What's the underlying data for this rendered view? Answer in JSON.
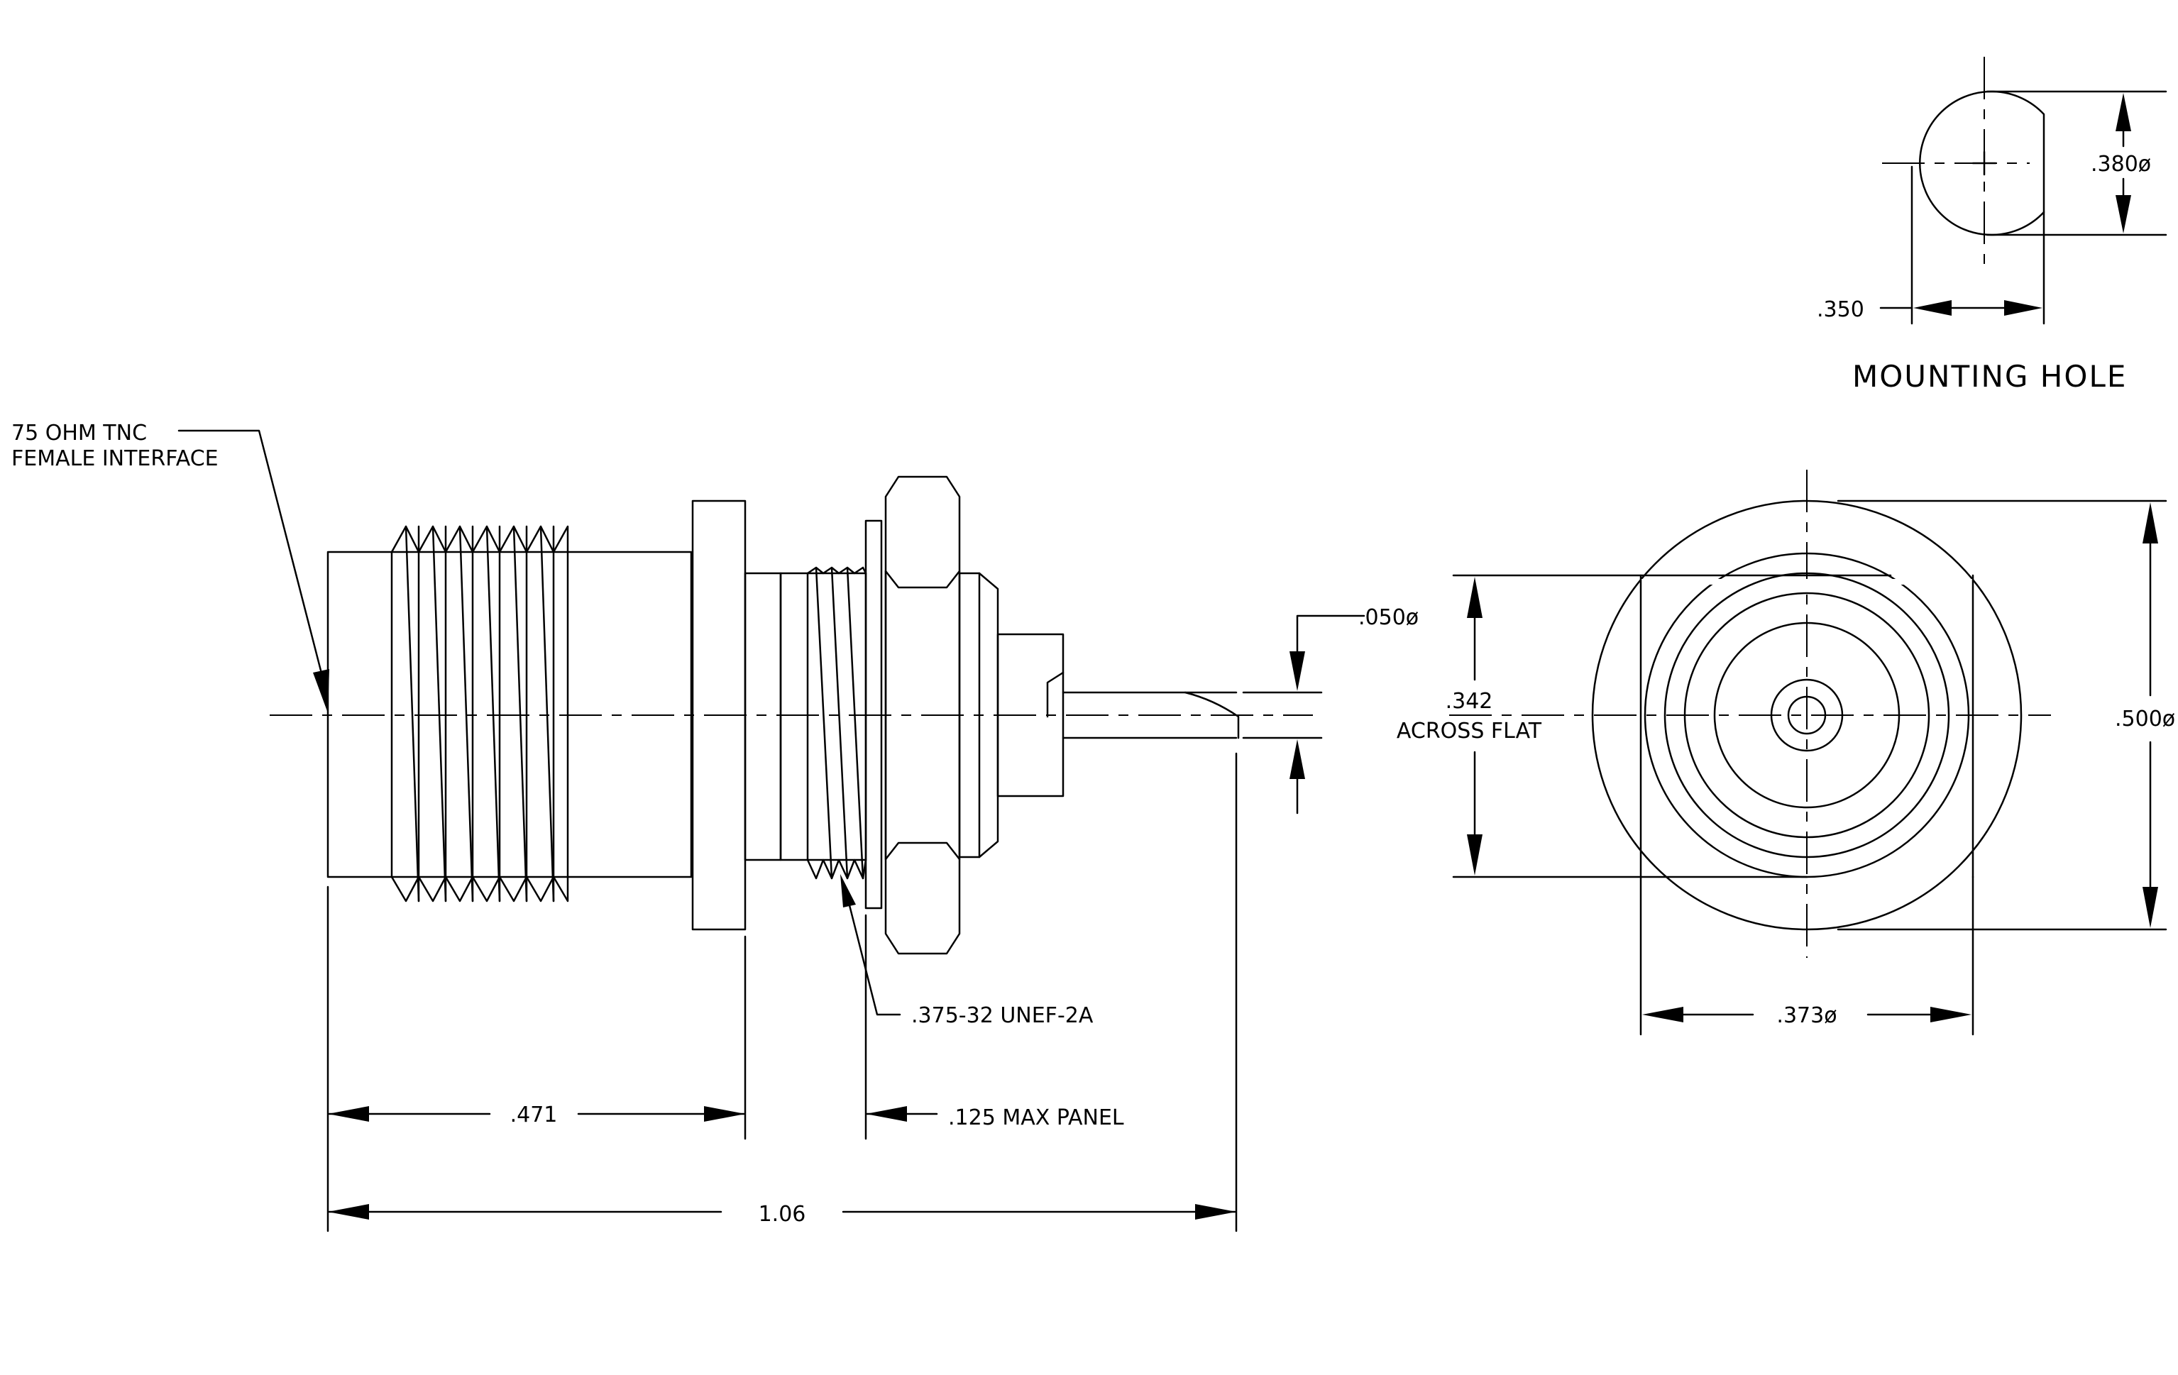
{
  "drawing": {
    "colors": {
      "line": "#000000",
      "background": "#ffffff"
    },
    "labels": {
      "interface_line1": "75 OHM TNC",
      "interface_line2": "FEMALE INTERFACE",
      "thread": ".375-32 UNEF-2A",
      "dim_471": ".471",
      "dim_125_panel": ".125 MAX PANEL",
      "dim_106": "1.06",
      "dim_050": ".050ø",
      "dim_342": ".342",
      "across_flat": "ACROSS FLAT",
      "dim_500": ".500ø",
      "dim_373": ".373ø",
      "dim_380": ".380ø",
      "dim_350": ".350",
      "mounting_hole": "MOUNTING HOLE"
    }
  }
}
